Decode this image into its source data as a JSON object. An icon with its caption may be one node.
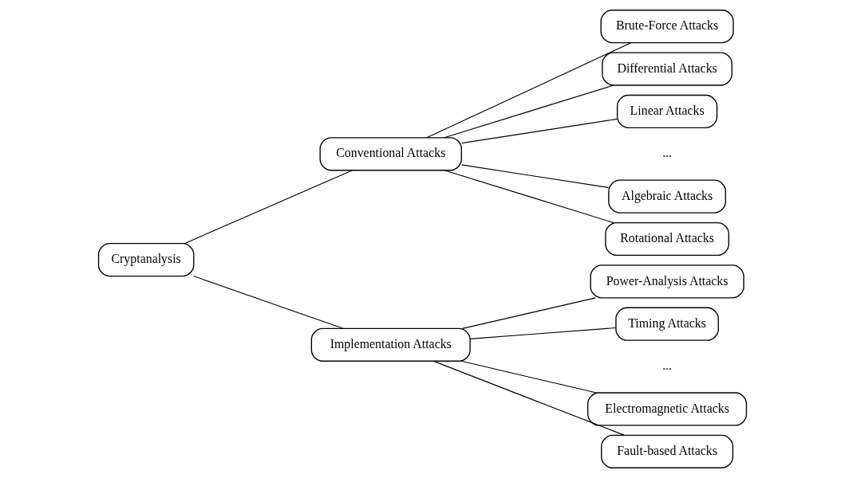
{
  "diagram": {
    "nodes": [
      {
        "text": [
          "Cryptanalysis"
        ]
      },
      {
        "text": [
          "Conventional Attacks"
        ]
      },
      {
        "text": [
          "Brute-Force Attacks"
        ]
      },
      {
        "text": [
          "Differential Attacks"
        ]
      },
      {
        "text": [
          "Linear Attacks"
        ]
      },
      {
        "text": [
          "Algebraic Attacks"
        ]
      },
      {
        "text": [
          "Rotational Attacks"
        ]
      },
      {
        "text": [
          "Implementation Attacks"
        ]
      },
      {
        "text": [
          "Power-Analysis Attacks"
        ]
      },
      {
        "text": [
          "Timing Attacks"
        ]
      },
      {
        "text": [
          "Electromagnetic Attacks"
        ]
      },
      {
        "text": [
          "Fault-based Attacks"
        ]
      }
    ],
    "edges": [
      {
        "from": 0,
        "to": 1,
        "arrow": "none"
      },
      {
        "from": 0,
        "to": 7,
        "arrow": "none"
      },
      {
        "from": 1,
        "to": 2,
        "arrow": "none"
      },
      {
        "from": 1,
        "to": 3,
        "arrow": "none"
      },
      {
        "from": 1,
        "to": 4,
        "arrow": "none"
      },
      {
        "from": 1,
        "to": 5,
        "arrow": "none"
      },
      {
        "from": 1,
        "to": 6,
        "arrow": "none"
      },
      {
        "from": 7,
        "to": 8,
        "arrow": "none"
      },
      {
        "from": 7,
        "to": 9,
        "arrow": "none"
      },
      {
        "from": 7,
        "to": 10,
        "arrow": "none"
      },
      {
        "from": 7,
        "to": 11,
        "arrow": "none"
      }
    ],
    "labels": [
      "...",
      "..."
    ]
  }
}
